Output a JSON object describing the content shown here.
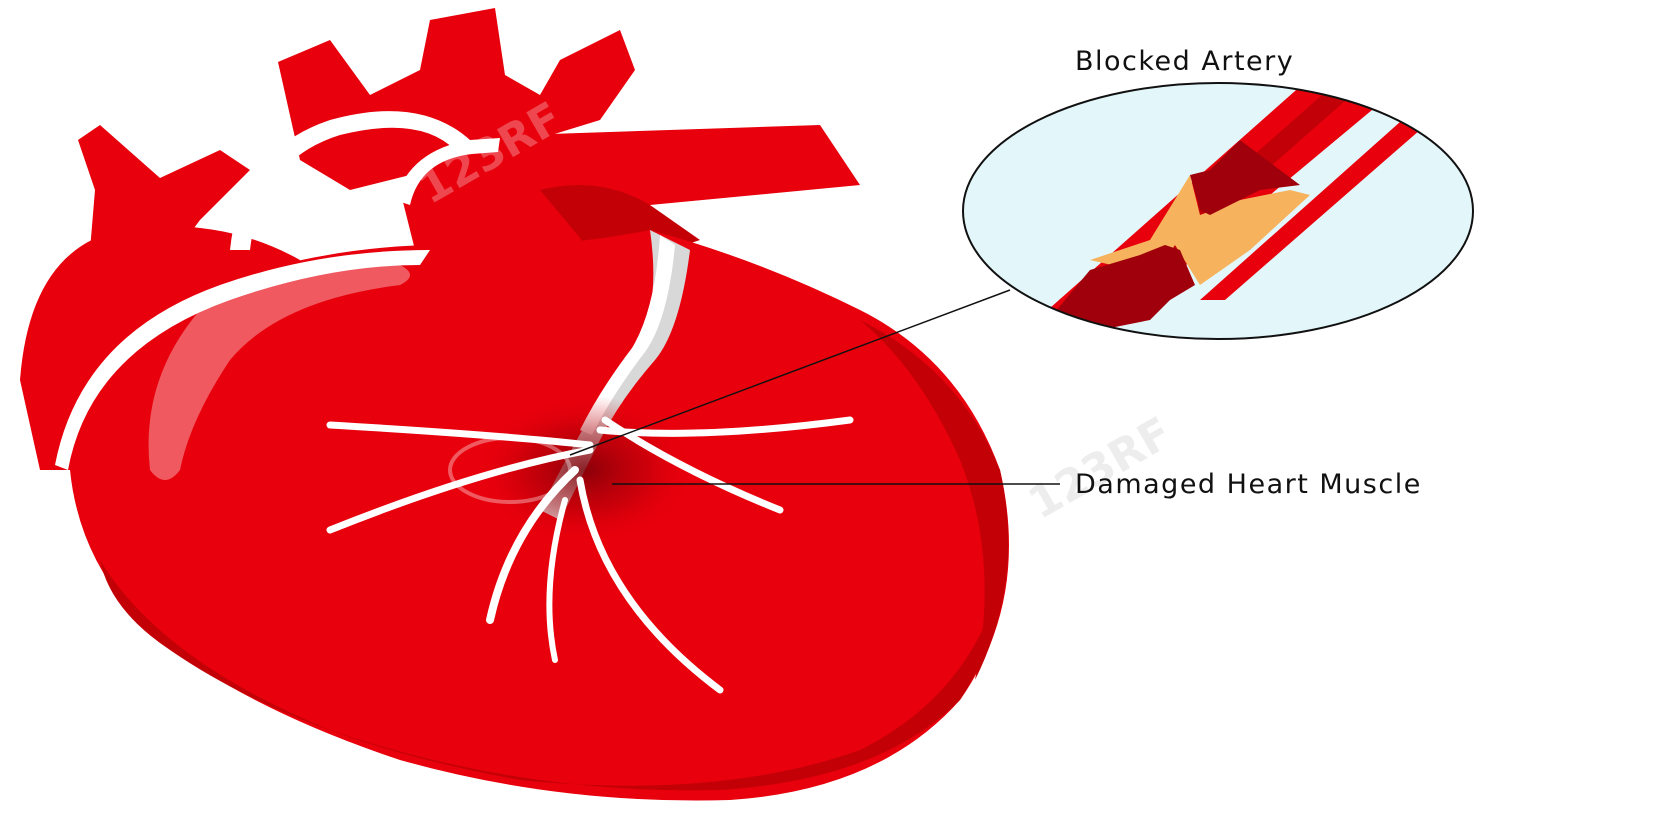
{
  "labels": {
    "blocked_artery": "Blocked Artery",
    "damaged_heart_muscle": "Damaged Heart Muscle"
  },
  "watermark": {
    "text": "123RF"
  },
  "colors": {
    "heart_red": "#e8000c",
    "heart_dark": "#c40007",
    "heart_shade": "#b00006",
    "vessel_white": "#ffffff",
    "vessel_gray": "#d8d8d8",
    "inset_bg": "#e3f7fb",
    "plaque": "#f6b25c",
    "clot": "#a0000b"
  },
  "icons": [
    "heart-illustration",
    "magnifier-inset"
  ]
}
